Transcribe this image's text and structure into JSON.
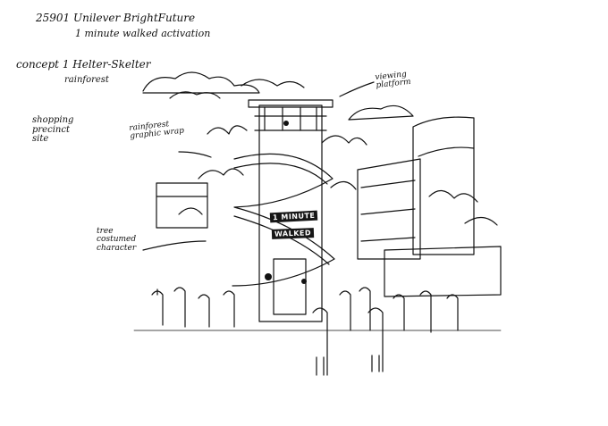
{
  "notes": {
    "title": "25901 Unilever BrightFuture",
    "subtitle": "1 minute walked activation",
    "concept": "concept 1 Helter-Skelter",
    "concept_sub": "rainforest",
    "shopping": "shopping precinct site",
    "graphic": "rainforest graphic wrap",
    "viewing": "viewing platform",
    "tree": "tree costumed character"
  },
  "signage": {
    "line1": "1 MINUTE",
    "line2": "WALKED"
  }
}
